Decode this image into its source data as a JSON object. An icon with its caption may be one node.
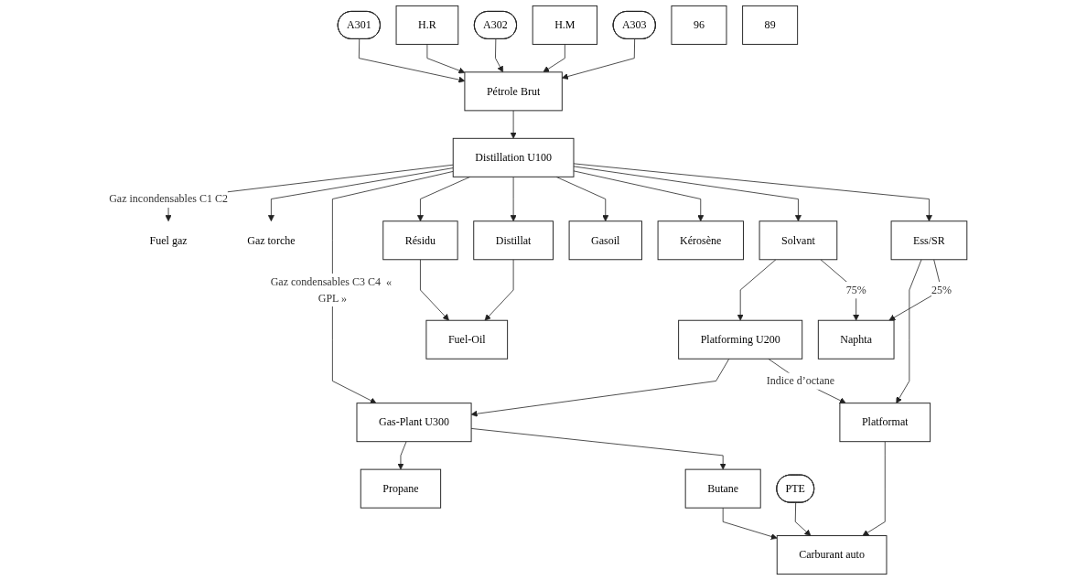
{
  "diagram": {
    "nodes": [
      {
        "text": [
          "Pétrole Brut"
        ]
      },
      {
        "text": [
          "Distillation U100"
        ]
      },
      {
        "text": [
          "Platforming U200"
        ]
      },
      {
        "text": [
          "Gas-Plant U300"
        ]
      },
      {
        "text": [
          "A301"
        ]
      },
      {
        "text": [
          "H.R"
        ]
      },
      {
        "text": [
          "A302"
        ]
      },
      {
        "text": [
          "H.M"
        ]
      },
      {
        "text": [
          "A303"
        ]
      },
      {
        "text": [
          "Ess/SR"
        ]
      },
      {
        "text": [
          "Solvant"
        ]
      },
      {
        "text": [
          "Propane"
        ]
      },
      {
        "text": [
          "Kérosène"
        ]
      },
      {
        "text": [
          "Platformat"
        ]
      },
      {
        "text": [
          "Gasoil"
        ]
      },
      {
        "text": [
          "Distillat"
        ]
      },
      {
        "text": [
          "Butane"
        ]
      },
      {
        "text": [
          "PTE"
        ]
      },
      {
        "text": [
          "Résidu"
        ]
      },
      {
        "text": [
          "Carburant auto"
        ]
      },
      {
        "text": [
          "Fuel-Oil"
        ]
      },
      {
        "text": [
          "Naphta"
        ]
      },
      {
        "text": [
          "96"
        ]
      },
      {
        "text": [
          "89"
        ]
      },
      {
        "text": [
          "Fuel gaz"
        ]
      },
      {
        "text": [
          "Gaz torche"
        ]
      }
    ],
    "edges": [
      {
        "from": 0,
        "to": 1,
        "arrow": "to"
      },
      {
        "from": 4,
        "to": 0,
        "arrow": "to"
      },
      {
        "from": 5,
        "to": 0,
        "arrow": "to"
      },
      {
        "from": 6,
        "to": 0,
        "arrow": "to"
      },
      {
        "from": 7,
        "to": 0,
        "arrow": "to"
      },
      {
        "from": 8,
        "to": 0,
        "arrow": "to"
      },
      {
        "from": 1,
        "to": 24,
        "arrow": "to",
        "label": "Gaz incondensables C1 C2"
      },
      {
        "from": 1,
        "to": 25,
        "arrow": "to"
      },
      {
        "from": 1,
        "to": 3,
        "arrow": "to",
        "label": "Gaz condensables C3 C4  « GPL »"
      },
      {
        "from": 2,
        "to": 3,
        "arrow": "to"
      },
      {
        "from": 1,
        "to": 18,
        "arrow": "to"
      },
      {
        "from": 1,
        "to": 15,
        "arrow": "to"
      },
      {
        "from": 1,
        "to": 14,
        "arrow": "to"
      },
      {
        "from": 1,
        "to": 12,
        "arrow": "to"
      },
      {
        "from": 1,
        "to": 10,
        "arrow": "to"
      },
      {
        "from": 1,
        "to": 9,
        "arrow": "to"
      },
      {
        "from": 9,
        "to": 13,
        "arrow": "to"
      },
      {
        "from": 9,
        "to": 21,
        "arrow": "to",
        "label": "25%"
      },
      {
        "from": 10,
        "to": 2,
        "arrow": "to"
      },
      {
        "from": 10,
        "to": 21,
        "arrow": "to",
        "label": "75%"
      },
      {
        "from": 2,
        "to": 13,
        "arrow": "to",
        "label": "Indice d’octane"
      },
      {
        "from": 3,
        "to": 11,
        "arrow": "to"
      },
      {
        "from": 3,
        "to": 16,
        "arrow": "to"
      },
      {
        "from": 13,
        "to": 19,
        "arrow": "to"
      },
      {
        "from": 16,
        "to": 19,
        "arrow": "to"
      },
      {
        "from": 17,
        "to": 19,
        "arrow": "to"
      },
      {
        "from": 18,
        "to": 20,
        "arrow": "to"
      },
      {
        "from": 15,
        "to": 20,
        "arrow": "to"
      }
    ]
  }
}
